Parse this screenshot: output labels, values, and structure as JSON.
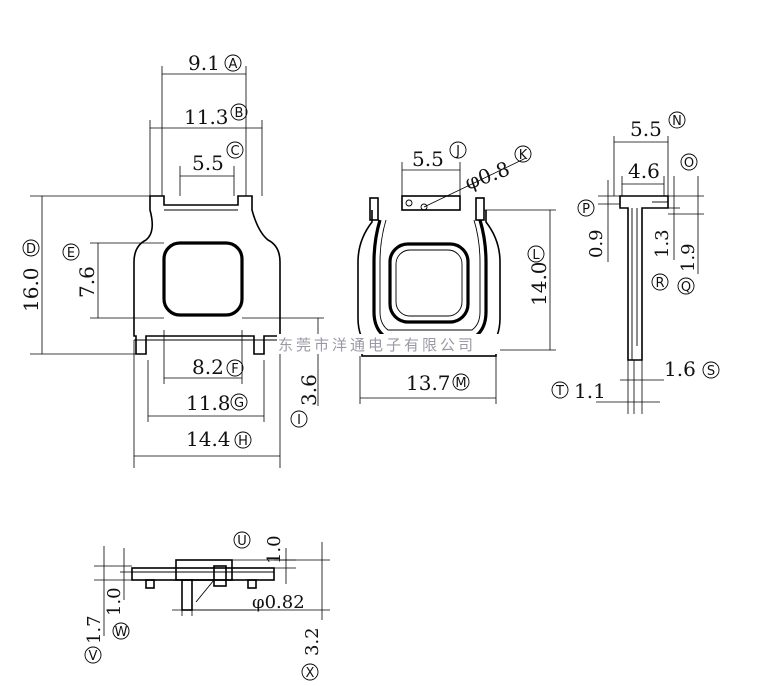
{
  "watermark": "东莞市洋通电子有限公司",
  "dims": [
    {
      "key": "A",
      "value": "9.1",
      "letter": "A"
    },
    {
      "key": "B",
      "value": "11.3",
      "letter": "B"
    },
    {
      "key": "C",
      "value": "5.5",
      "letter": "C"
    },
    {
      "key": "D",
      "value": "16.0",
      "letter": "D"
    },
    {
      "key": "E",
      "value": "7.6",
      "letter": "E"
    },
    {
      "key": "F",
      "value": "8.2",
      "letter": "F"
    },
    {
      "key": "G",
      "value": "11.8",
      "letter": "G"
    },
    {
      "key": "H",
      "value": "14.4",
      "letter": "H"
    },
    {
      "key": "I",
      "value": "3.6",
      "letter": "I"
    },
    {
      "key": "J",
      "value": "5.5",
      "letter": "J"
    },
    {
      "key": "K",
      "value": "φ0.8",
      "letter": "K"
    },
    {
      "key": "L",
      "value": "14.0",
      "letter": "L"
    },
    {
      "key": "M",
      "value": "13.7",
      "letter": "M"
    },
    {
      "key": "N",
      "value": "5.5",
      "letter": "N"
    },
    {
      "key": "O",
      "value": "4.6",
      "letter": "O"
    },
    {
      "key": "P",
      "value": "0.9",
      "letter": "P"
    },
    {
      "key": "Q",
      "value": "1.9",
      "letter": "Q"
    },
    {
      "key": "R",
      "value": "1.3",
      "letter": "R"
    },
    {
      "key": "S",
      "value": "1.6",
      "letter": "S"
    },
    {
      "key": "T",
      "value": "1.1",
      "letter": "T"
    },
    {
      "key": "U",
      "value": "1.0",
      "letter": "U"
    },
    {
      "key": "V",
      "value": "1.7",
      "letter": "V"
    },
    {
      "key": "W",
      "value": "1.0",
      "letter": "W"
    },
    {
      "key": "X",
      "value": "3.2",
      "letter": "X"
    },
    {
      "key": "Y",
      "value": "φ0.82",
      "letter": ""
    }
  ]
}
